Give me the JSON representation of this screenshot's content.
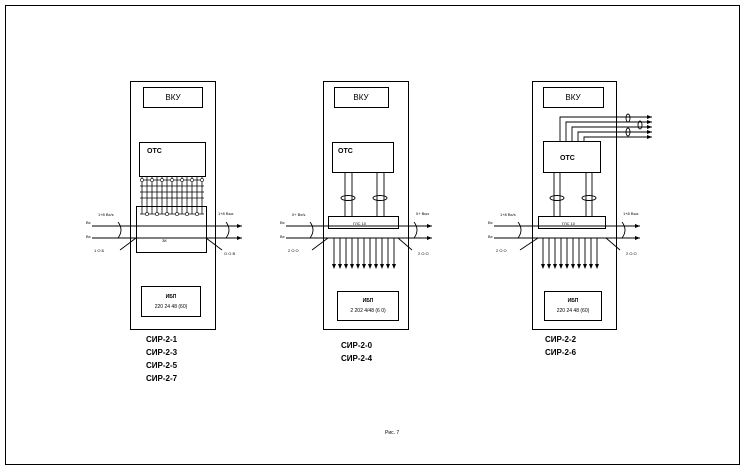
{
  "figure_caption": "Рис. 7",
  "panels": [
    {
      "id": "left",
      "top_block": "ВКУ",
      "mid_block": "ОТС",
      "bottom_block": "ИБП",
      "bottom_sub": "220 24 48 (60)",
      "models": [
        "СИР-2-1",
        "СИР-2-3",
        "СИР-2-5",
        "СИР-2-7"
      ],
      "left_bus": "1+8 Вх/s",
      "right_bus": "1+8 Вых",
      "left_in1": "Вх",
      "left_in2": "Вх",
      "left_ref": "1 О Б",
      "right_ref": "О О В",
      "bus_label": "ЗК"
    },
    {
      "id": "center",
      "top_block": "ВКУ",
      "mid_block": "ОТС",
      "bottom_block": "ИБП",
      "bottom_sub": "2 202 4/48 (6 0)",
      "models": [
        "СИР-2-0",
        "СИР-2-4"
      ],
      "left_bus": "0+ Вх/s",
      "right_bus": "0+ Вых",
      "left_in1": "Вх",
      "left_in2": "Вх",
      "left_ref": "2 О О",
      "right_ref": "2 О О",
      "bus_label": "ГЛС 10"
    },
    {
      "id": "right",
      "top_block": "ВКУ",
      "mid_block": "ОТС",
      "bottom_block": "ИБП",
      "bottom_sub": "220 24 48 (60)",
      "models": [
        "СИР-2-2",
        "СИР-2-6"
      ],
      "left_bus": "1+8 Вх/s",
      "right_bus": "1+8 Вых",
      "left_in1": "Вх",
      "left_in2": "Вх",
      "left_ref": "2 О О",
      "right_ref": "2 О О",
      "bus_label": "ГЛС 10"
    }
  ]
}
